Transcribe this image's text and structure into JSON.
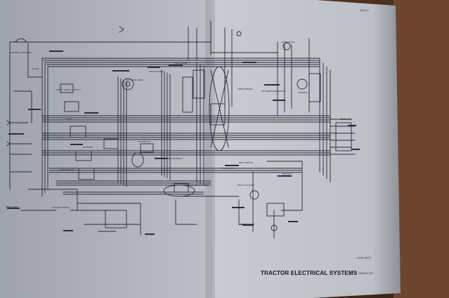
{
  "document": {
    "page_number": "4002-3",
    "caption": "TRACTOR ELECTRICAL SYSTEMS",
    "figure_code": "L6001 6W03",
    "print_code": "7896493 3/91"
  },
  "labels": [
    "GROUND TO ENGINE",
    "HORN",
    "START SAFETY SWITCH",
    "CLUSTER GAGE",
    "ALTERNATOR",
    "STARTER",
    "HOUR METER",
    "FUEL GAUGE",
    "LIGHT SWITCH",
    "FLASHER",
    "IGN SWITCH",
    "WIRE HARNESS",
    "TEMP SENDER",
    "OIL PRESSURE SWITCH",
    "HEADLIGHT",
    "HAZARD SWITCH",
    "REAR LIGHT",
    "SEAT SWITCH",
    "PTO SWITCH",
    "GROUND TO CHASSIS",
    "BATTERY",
    "RIGHT FLASHER",
    "LEFT FLASHER",
    "FUSE"
  ]
}
